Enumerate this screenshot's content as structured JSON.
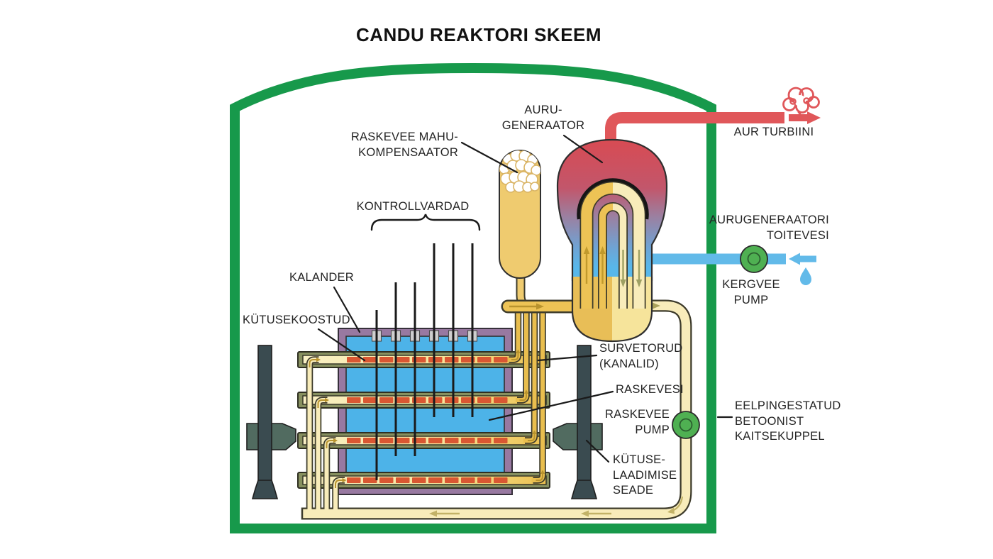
{
  "title": "CANDU REAKTORI SKEEM",
  "labels": {
    "steam_generator": "AURU-\nGENERAATOR",
    "pressurizer": "RASKEVEE MAHU-\nKOMPENSAATOR",
    "control_rods": "KONTROLLVARDAD",
    "calandria": "KALANDER",
    "fuel_assemblies": "KÜTUSEKOOSTUD",
    "pressure_tubes": "SURVETORUD\n(KANALID)",
    "heavy_water": "RASKEVESI",
    "heavy_water_pump": "RASKEVEE\nPUMP",
    "fueling_machine": "KÜTUSE-\nLAADIMISE\nSEADE",
    "containment": "EELPINGESTATUD\nBETOONIST\nKAITSEKUPPEL",
    "steam_to_turbine": "AUR TURBIINI",
    "feedwater": "AURUGENERAATORI\nTOITEVESI",
    "light_water_pump": "KERGVEE\nPUMP"
  },
  "icons": [
    "steam-cloud-icon",
    "water-drop-icon",
    "flow-arrow-right-red",
    "flow-arrow-left-blue"
  ],
  "colors": {
    "containment_green": "#17994B",
    "steam_red": "#E0575A",
    "feedwater_blue": "#62BAE9",
    "pump_green": "#4FB052",
    "hot_coolant_yellow": "#EDC355",
    "cold_coolant_pale": "#F8ECBA",
    "moderator_blue": "#4DB3E8",
    "calandria_purple": "#9879A1",
    "fuel_orange": "#D95732",
    "tube_casing_olive": "#87905F",
    "machine_dark": "#3A4B50",
    "text": "#242424"
  }
}
